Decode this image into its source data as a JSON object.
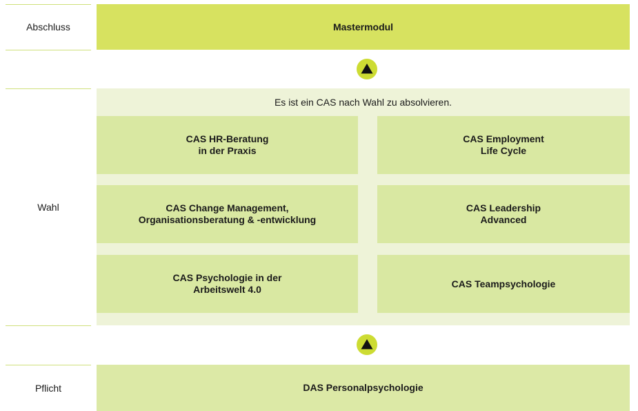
{
  "rows": {
    "abschluss_label": "Abschluss",
    "wahl_label": "Wahl",
    "pflicht_label": "Pflicht"
  },
  "master": {
    "label": "Mastermodul"
  },
  "wahl": {
    "intro": "Es ist ein CAS nach Wahl zu absolvieren.",
    "cas": [
      {
        "label": "CAS HR-Beratung\nin der Praxis"
      },
      {
        "label": "CAS Employment\nLife Cycle"
      },
      {
        "label": "CAS Change Management,\nOrganisationsberatung & -entwicklung"
      },
      {
        "label": "CAS Leadership\nAdvanced"
      },
      {
        "label": "CAS Psychologie in der\nArbeitswelt 4.0"
      },
      {
        "label": "CAS Teampsychologie"
      }
    ]
  },
  "pflicht": {
    "label": "DAS Personalpsychologie"
  },
  "colors": {
    "master": "#d7e260",
    "cas": "#d9e8a2",
    "panel": "#eef3d8",
    "arrow_circle": "#cddc33",
    "rule": "#cfe07a"
  },
  "icons": {
    "arrow": "up-triangle-icon"
  }
}
